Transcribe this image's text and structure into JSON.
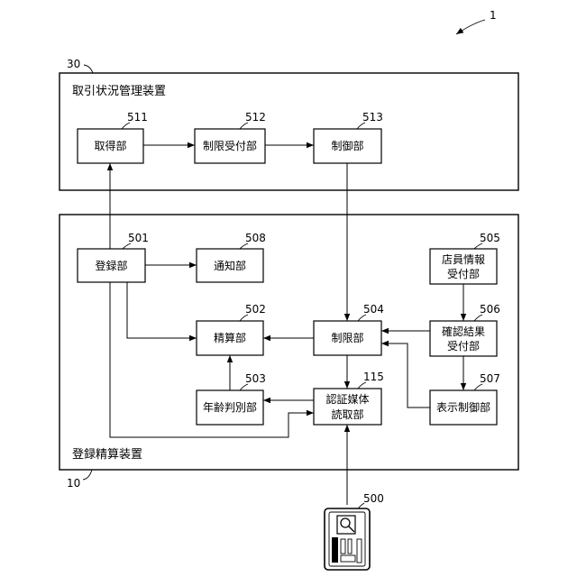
{
  "figure_ref": "1",
  "devices": {
    "transaction": {
      "ref": "30",
      "title": "取引状況管理装置"
    },
    "register": {
      "ref": "10",
      "title": "登録精算装置"
    }
  },
  "blocks": {
    "b511": {
      "ref": "511",
      "lines": [
        "取得部"
      ]
    },
    "b512": {
      "ref": "512",
      "lines": [
        "制限受付部"
      ]
    },
    "b513": {
      "ref": "513",
      "lines": [
        "制御部"
      ]
    },
    "b501": {
      "ref": "501",
      "lines": [
        "登録部"
      ]
    },
    "b508": {
      "ref": "508",
      "lines": [
        "通知部"
      ]
    },
    "b505": {
      "ref": "505",
      "lines": [
        "店員情報",
        "受付部"
      ]
    },
    "b502": {
      "ref": "502",
      "lines": [
        "精算部"
      ]
    },
    "b504": {
      "ref": "504",
      "lines": [
        "制限部"
      ]
    },
    "b506": {
      "ref": "506",
      "lines": [
        "確認結果",
        "受付部"
      ]
    },
    "b503": {
      "ref": "503",
      "lines": [
        "年齢判別部"
      ]
    },
    "b115": {
      "ref": "115",
      "lines": [
        "認証媒体",
        "読取部"
      ]
    },
    "b507": {
      "ref": "507",
      "lines": [
        "表示制御部"
      ]
    }
  },
  "card": {
    "ref": "500",
    "icon": "id-card-icon"
  }
}
